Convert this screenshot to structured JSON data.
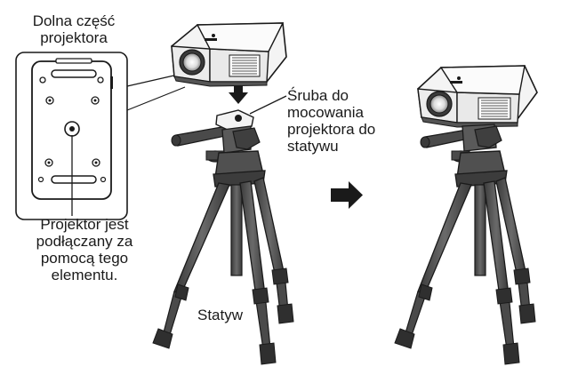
{
  "labels": {
    "bottom_title": "Dolna część\nprojektora",
    "screw": "Śruba do\nmocowania\nprojektora do\nstatywu",
    "attach": "Projektor jest\npodłączany za\npomocą tego\nelementu.",
    "tripod": "Statyw"
  },
  "colors": {
    "line": "#1a1a1a",
    "leg_fill": "#5a5a5a",
    "leg_dark": "#2f2f2f",
    "projector_body": "#f4f4f4",
    "arrow": "#1a1a1a"
  },
  "icons": [
    "down-arrow-icon",
    "right-arrow-icon"
  ]
}
